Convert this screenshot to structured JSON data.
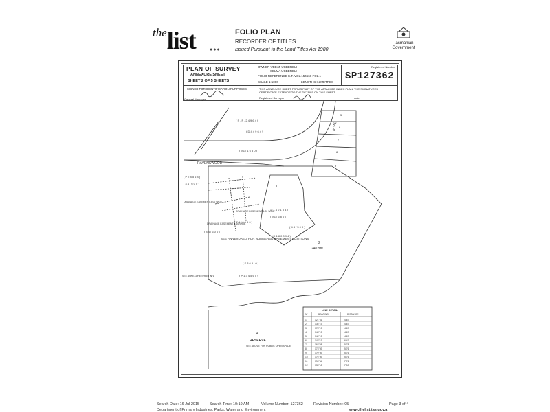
{
  "header": {
    "logo_the": "the",
    "logo_list": "list",
    "title": "FOLIO PLAN",
    "subtitle": "RECORDER OF TITLES",
    "issued": "Issued Pursuant to the Land Titles Act 1980",
    "govt_line1": "Tasmanian",
    "govt_line2": "Government"
  },
  "title_block": {
    "plan_of_survey": "PLAN OF SURVEY",
    "annexure_sheet": "ANNEXURE SHEET",
    "sheet": "SHEET 2  OF  5 SHEETS",
    "owner_label": "OWNER",
    "owner_1": "VEDAT UCBERELI",
    "owner_2": "SELMA UCBERELI",
    "folio_ref": "FOLIO REFERENCE C.T. VOL.154566 FOL.1",
    "scale": "SCALE 1:1000",
    "lengths": "LENGTHS IN METRES",
    "registered_number_label": "Registered Number",
    "registered_number": "SP127362",
    "signed": "SIGNED FOR IDENTIFICATION PURPOSES",
    "annex_note": "THIS ANNEXURE SHEET FORMS PART OF THE ATTACHED INDEX PLAN. THE SIGNATURES CERTIFICATE EXTENDS TO THE DETAILS ON THIS SHEET.",
    "registered_surveyor": "Registered Surveyor",
    "date_label": "date",
    "general_manager": "General Manager"
  },
  "plan": {
    "sp_ref": "( S . P . 2 4 9 6 4 )",
    "d_ref": "( D 4 4 9 6 4 )",
    "road_ref": "( 9 1 / 1 6 5 0 )",
    "street": "RAVENSWOOD",
    "road": "ROAD",
    "p1": "( P 2 8 5 6 4 )",
    "p2": "( 4 4 / 6 0 0 )",
    "drainage_1": "DRAINAGE EASEMENT 3.00 WIDE",
    "drainage_2": "DRAINAGE EASEMENT 4.00 WIDE",
    "drainage_3": "DRAINAGE EASEMENT 1.60 WIDE",
    "d_144": "( 7 4 / 6 6 5 0 )",
    "d_600": "( 4 4 / 6 0 0 )",
    "see_annex_3": "SEE ANNEXURE 3 FOR NUMBERED EASEMENT POSITIONS",
    "lot1": "1",
    "lot2": "2",
    "area2": "2402m²",
    "d_lot1": "( D 1 4 0 1 5 4 )",
    "d_lot1b": "( 9 1 / 6 8 0 )",
    "d_lot1c": "( 4 4 / 5 0 0 )",
    "d_lot1d": "( D 1 8 0 0 9 4 )",
    "s_lot": "( S   3 6 5 . 0 )",
    "p_lot": "( P  1 3 4 5 6 5 )",
    "see_annex_left": "SEE ANNEXURE SHEET Nº1",
    "lot4": "4",
    "reserve": "RESERVE",
    "reserve_note": "SEE ABOVE FOR PUBLIC OPEN SPACE",
    "lots_right": [
      "5",
      "6",
      "7",
      "8",
      "9"
    ]
  },
  "line_table": {
    "title": "LINE  DETAIL",
    "headers": [
      "Nº",
      "BEARING",
      "DISTANCE"
    ],
    "rows": [
      [
        "1",
        "121°51'",
        "4.67"
      ],
      [
        "2",
        "135°19'",
        "4.67"
      ],
      [
        "3",
        "178°19'",
        "4.67"
      ],
      [
        "4",
        "143°19'",
        "4.67"
      ],
      [
        "5",
        "140°19'",
        "4.67"
      ],
      [
        "6",
        "143°19'",
        "6.47"
      ],
      [
        "7",
        "163°08'",
        "5.78"
      ],
      [
        "8",
        "173°59'",
        "5.76"
      ],
      [
        "9",
        "170°39'",
        "5.76"
      ],
      [
        "10",
        "176°39'",
        "5.76"
      ],
      [
        "11",
        "196°54'",
        "7.76"
      ],
      [
        "12",
        "135°18'",
        "7.00"
      ]
    ]
  },
  "footer": {
    "search_date": "Search Date: 16 Jul 2015",
    "search_time": "Search Time: 10:19 AM",
    "volume": "Volume Number: 127362",
    "revision": "Revision Number: 05",
    "page": "Page 3 of 4",
    "department": "Department of Primary Industries, Parks, Water and Environment",
    "website": "www.thelist.tas.gov.a"
  }
}
